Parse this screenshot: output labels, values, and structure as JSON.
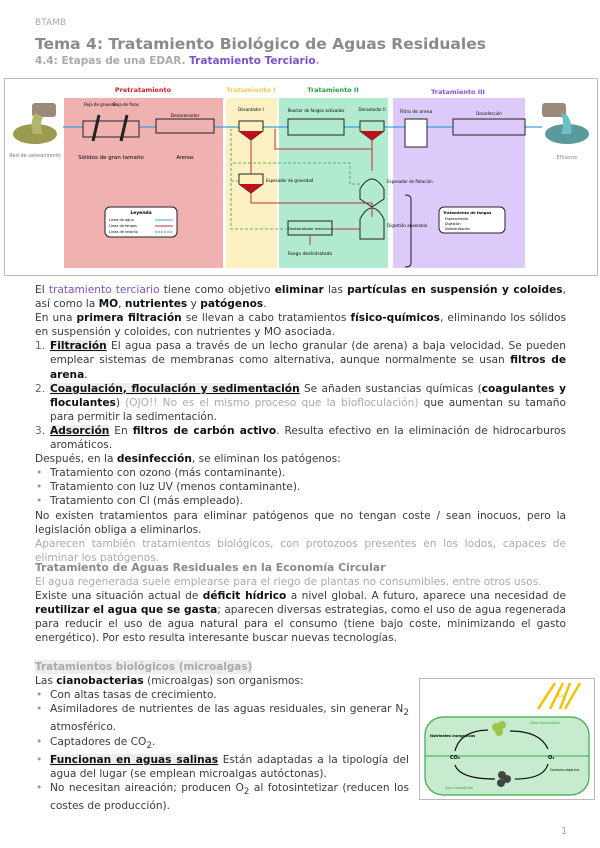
{
  "header": {
    "course": "BTAMB",
    "title": "Tema 4: Tratamiento Biológico de Aguas Residuales",
    "subtitle_prefix": "4.4: Etapas de una EDAR.",
    "subtitle_highlight": "Tratamiento Terciario",
    "subtitle_suffix": "."
  },
  "diagram": {
    "zones": {
      "pre": "Pretratamiento",
      "t1": "Tratamiento I",
      "t2": "Tratamiento II",
      "t3": "Tratamiento III"
    },
    "labels": {
      "source": "Red de saneamiento",
      "effluent": "Efluente",
      "reja_gruesos": "Reja de gruesos",
      "reja_finos": "Reja de finos",
      "desarenador": "Desarenador",
      "solidos": "Sólidos de gran tamaño",
      "arenas": "Arenas",
      "dec1": "Decantador I",
      "reactor": "Reactor de fangos activados",
      "dec2": "Decantador II",
      "esp_grav": "Espesador de gravedad",
      "esp_flot": "Espesador de flotación",
      "digestion": "Digestión anaerobia",
      "deshidratador": "Deshidratador mecánico",
      "fango": "Fango deshidratado",
      "filtro": "Filtro de arena",
      "desinfeccion": "Desinfección"
    },
    "legend": {
      "title": "Leyenda",
      "items": [
        "Línea de agua",
        "Línea de fangos",
        "Línea de retorno"
      ]
    },
    "fangos_box": {
      "title": "Tratamiento de fangos",
      "items": [
        "Espesamiento",
        "Digestión",
        "Deshidratación"
      ]
    },
    "colors": {
      "pre": "#f0b1b1",
      "t1": "#fdf0c3",
      "t2": "#b2ead0",
      "t3": "#dccbfa",
      "water": "#3aa0e0",
      "sludge": "#c0303a",
      "return": "#2ea043"
    }
  },
  "body": {
    "p1": [
      "El ",
      "tratamiento terciario",
      " tiene como objetivo ",
      "eliminar",
      " las ",
      "partículas en suspensión y coloides",
      ", así como la ",
      "MO",
      ", ",
      "nutrientes",
      " y ",
      "patógenos",
      "."
    ],
    "p2": [
      "En una ",
      "primera filtración",
      " se llevan a cabo tratamientos ",
      "físico-químicos",
      ", eliminando los sólidos en suspensión y coloides, con nutrientes y MO asociada."
    ],
    "steps": [
      {
        "n": "1.",
        "title": "Filtración",
        "text": " El agua pasa a través de un lecho granular (de arena) a baja velocidad. Se pueden emplear sistemas de membranas como alternativa, aunque normalmente se usan ",
        "bold": "filtros de arena",
        "end": "."
      },
      {
        "n": "2.",
        "title": "Coagulación, floculación y sedimentación",
        "text": " Se añaden sustancias químicas (",
        "bold": "coagulantes y floculantes",
        "mid": ")",
        "note": " (OJO!! No es el mismo proceso que la biofloculación)",
        "end": " que aumentan su tamaño para permitir la sedimentación."
      },
      {
        "n": "3.",
        "title": "Adsorción",
        "text": " En ",
        "bold": "filtros de carbón activo",
        "end": ". Resulta efectivo en la eliminación de hidrocarburos aromáticos."
      }
    ],
    "p3": [
      "Después, en la ",
      "desinfección",
      ", se eliminan los patógenos:"
    ],
    "disinfection": [
      "Tratamiento con ozono (más contaminante).",
      "Tratamiento con luz UV (menos contaminante).",
      "Tratamiento con Cl (más empleado)."
    ],
    "p4": "No existen tratamientos para eliminar patógenos que no tengan coste / sean inocuos, pero la legislación obliga a eliminarlos.",
    "p5": "Aparecen también tratamientos biológicos, con protozoos presentes en los lodos, capaces de eliminar los patógenos.",
    "h_circular": "Tratamiento de Aguas Residuales en la Economía Circular",
    "p6": "El agua regenerada suele emplearse para el riego de plantas no consumibles, entre otros usos.",
    "p7": [
      "Existe una situación actual de ",
      "déficit hídrico",
      " a nivel global. A futuro, aparece una necesidad de ",
      "reutilizar el agua que se gasta",
      "; aparecen diversas estrategias, como el uso de agua regenerada para reducir el uso de agua natural para el consumo (tiene bajo coste, minimizando el gasto energético). Por esto resulta interesante buscar nuevas tecnologías."
    ],
    "h_micro": "Tratamientos biológicos (microalgas)",
    "p8": [
      "Las ",
      "cianobacterias",
      " (microalgas) son organismos:"
    ],
    "micro": {
      "b1": "Con altas tasas de crecimiento.",
      "b2": "Asimiladores de nutrientes de las aguas residuales, sin generar N",
      "b2_sub": "2",
      "b2_end": " atmosférico.",
      "b3": "Captadores de CO",
      "b3_sub": "2",
      "b3_end": ".",
      "b4_title": "Funcionan en aguas salinas",
      "b4": " Están adaptadas a la tipología del agua del lugar (se emplean microalgas autóctonas).",
      "b5": "No necesitan aireación; producen O",
      "b5_sub": "2",
      "b5_end": " al fotosintetizar (reducen los costes de producción)."
    }
  },
  "algae_fig": {
    "light": "Luz",
    "zone_top": "Zona fotosintética",
    "zone_bottom": "Zona heterótrofa",
    "nutrients": "Nutrientes inorgánicos",
    "co2": "CO₂",
    "o2": "O₂",
    "organic": "Carbono orgánico"
  },
  "page_number": "1"
}
